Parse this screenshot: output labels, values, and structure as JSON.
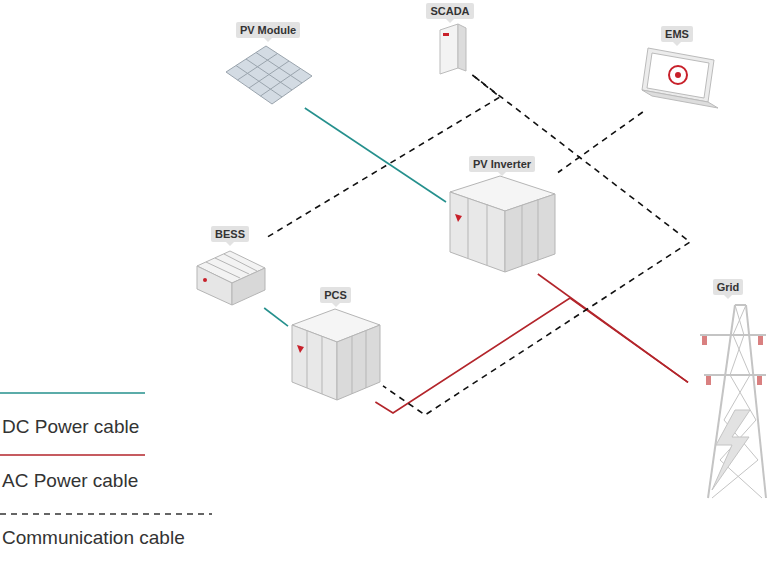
{
  "diagram": {
    "nodes": [
      {
        "text": [
          "PV Module"
        ]
      },
      {
        "text": [
          "SCADA"
        ]
      },
      {
        "text": [
          "EMS"
        ]
      },
      {
        "text": [
          "PV Inverter"
        ]
      },
      {
        "text": [
          "BESS"
        ]
      },
      {
        "text": [
          "PCS"
        ]
      },
      {
        "text": [
          "Grid"
        ]
      }
    ],
    "edges": [
      {
        "from": 0,
        "to": 3,
        "arrow": "none"
      },
      {
        "from": 4,
        "to": 5,
        "arrow": "none"
      },
      {
        "from": 3,
        "to": 6,
        "arrow": "none"
      },
      {
        "from": 5,
        "to": 6,
        "arrow": "none"
      },
      {
        "from": 4,
        "to": 1,
        "arrow": "none"
      },
      {
        "from": 1,
        "to": 5,
        "arrow": "none"
      },
      {
        "from": 2,
        "to": 3,
        "arrow": "none"
      }
    ],
    "legend": [
      {
        "text": "DC Power cable"
      },
      {
        "text": "AC Power cable"
      },
      {
        "text": "Communication cable"
      }
    ]
  }
}
